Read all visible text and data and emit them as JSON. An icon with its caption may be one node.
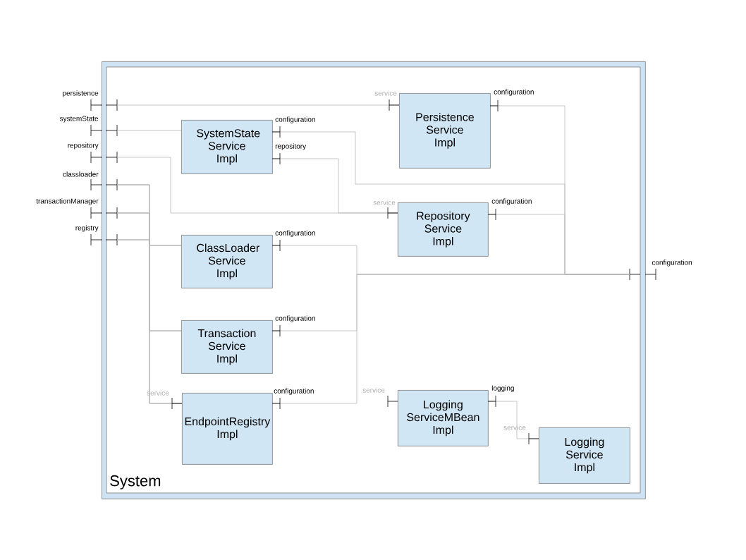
{
  "diagram": {
    "nodes": [
      {
        "text": [
          "System"
        ]
      },
      {
        "text": [
          "SystemState Service Impl"
        ],
        "in": 0,
        "beside": [
          "configuration",
          "repository"
        ]
      },
      {
        "text": [
          "Persistence Service Impl"
        ],
        "in": 0,
        "beside": [
          "service",
          "configuration"
        ]
      },
      {
        "text": [
          "Repository Service Impl"
        ],
        "in": 0,
        "beside": [
          "service",
          "configuration"
        ]
      },
      {
        "text": [
          "ClassLoader Service Impl"
        ],
        "in": 0,
        "beside": [
          "configuration"
        ]
      },
      {
        "text": [
          "Transaction Service Impl"
        ],
        "in": 0,
        "beside": [
          "configuration"
        ]
      },
      {
        "text": [
          "EndpointRegistry Impl"
        ],
        "in": 0,
        "beside": [
          "service",
          "configuration"
        ]
      },
      {
        "text": [
          "Logging ServiceMBean Impl"
        ],
        "in": 0,
        "beside": [
          "service",
          "logging"
        ]
      },
      {
        "text": [
          "Logging Service Impl"
        ],
        "in": 0,
        "beside": [
          "service"
        ]
      },
      {
        "text": [
          "persistence"
        ]
      },
      {
        "text": [
          "systemState"
        ]
      },
      {
        "text": [
          "repository"
        ]
      },
      {
        "text": [
          "classloader"
        ]
      },
      {
        "text": [
          "transactionManager"
        ]
      },
      {
        "text": [
          "registry"
        ]
      },
      {
        "text": [
          "configuration"
        ]
      }
    ],
    "edges": [
      {
        "from": 9,
        "to": 2,
        "arrow": "none"
      },
      {
        "from": 10,
        "to": 1,
        "arrow": "none"
      },
      {
        "from": 11,
        "to": 3,
        "arrow": "none"
      },
      {
        "from": 1,
        "to": 3,
        "arrow": "none"
      },
      {
        "from": 12,
        "to": 4,
        "arrow": "none"
      },
      {
        "from": 12,
        "to": 5,
        "arrow": "none"
      },
      {
        "from": 12,
        "to": 6,
        "arrow": "none"
      },
      {
        "from": 13,
        "to": 4,
        "arrow": "none"
      },
      {
        "from": 13,
        "to": 5,
        "arrow": "none"
      },
      {
        "from": 13,
        "to": 6,
        "arrow": "none"
      },
      {
        "from": 14,
        "to": 4,
        "arrow": "none"
      },
      {
        "from": 14,
        "to": 5,
        "arrow": "none"
      },
      {
        "from": 14,
        "to": 6,
        "arrow": "none"
      },
      {
        "from": 15,
        "to": 1,
        "arrow": "none"
      },
      {
        "from": 15,
        "to": 2,
        "arrow": "none"
      },
      {
        "from": 15,
        "to": 3,
        "arrow": "none"
      },
      {
        "from": 15,
        "to": 4,
        "arrow": "none"
      },
      {
        "from": 15,
        "to": 5,
        "arrow": "none"
      },
      {
        "from": 15,
        "to": 6,
        "arrow": "none"
      },
      {
        "from": 7,
        "to": 8,
        "arrow": "none"
      }
    ]
  }
}
